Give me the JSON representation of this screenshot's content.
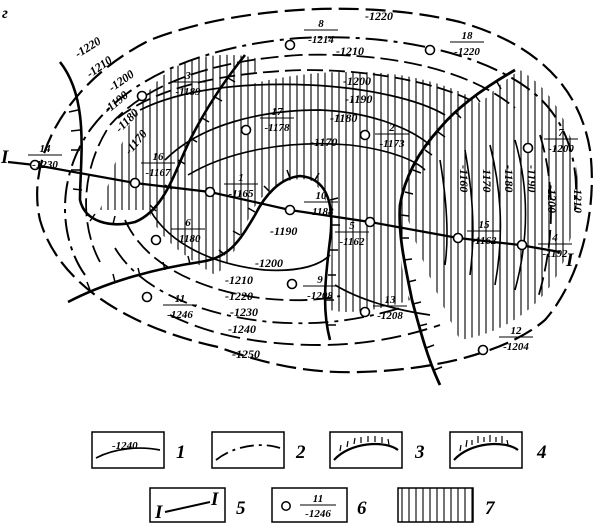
{
  "figure_letter": "г",
  "profile_end_label": "I",
  "contour_labels": [
    "-1250",
    "-1240",
    "-1230",
    "-1220",
    "-1210",
    "-1200",
    "-1190",
    "-1180",
    "-1170",
    "-1160"
  ],
  "wells": [
    {
      "id": "1",
      "value": "-1165"
    },
    {
      "id": "2",
      "value": "-1173"
    },
    {
      "id": "3",
      "value": "-1189"
    },
    {
      "id": "4",
      "value": "-1192"
    },
    {
      "id": "5",
      "value": "-1162"
    },
    {
      "id": "6",
      "value": "-1180"
    },
    {
      "id": "7",
      "value": "-1200"
    },
    {
      "id": "8",
      "value": "-1214"
    },
    {
      "id": "9",
      "value": "-1208"
    },
    {
      "id": "10",
      "value": "-1188"
    },
    {
      "id": "11",
      "value": "-1246"
    },
    {
      "id": "12",
      "value": "-1204"
    },
    {
      "id": "13",
      "value": "-1208"
    },
    {
      "id": "14",
      "value": "-1230"
    },
    {
      "id": "15",
      "value": "-1162"
    },
    {
      "id": "16",
      "value": "-1167"
    },
    {
      "id": "17",
      "value": "-1178"
    },
    {
      "id": "18",
      "value": "-1220"
    }
  ],
  "legend": [
    {
      "number": "1",
      "sample_text": "-1240"
    },
    {
      "number": "2"
    },
    {
      "number": "3"
    },
    {
      "number": "4"
    },
    {
      "number": "5",
      "sample_text": "I",
      "sample_text_end": "I"
    },
    {
      "number": "6",
      "sample_id": "11",
      "sample_value": "-1246"
    },
    {
      "number": "7"
    }
  ]
}
